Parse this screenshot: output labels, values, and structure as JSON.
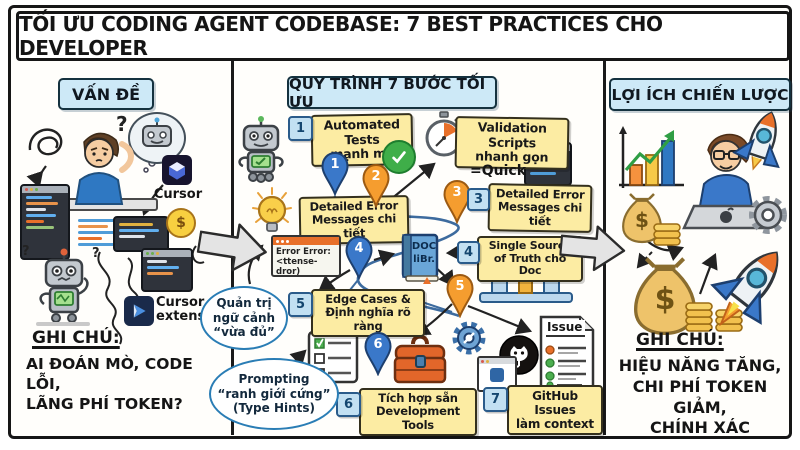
{
  "title": "TỐI ƯU CODING AGENT CODEBASE: 7 BEST PRACTICES CHO DEVELOPER",
  "glyphs": {
    "question_mark": "?",
    "dollar": "$"
  },
  "panels": {
    "problem": {
      "header": "VẤN ĐỀ",
      "cursor_label": "Cursor",
      "cursor_extension_label": "Cursor\nextension",
      "note_heading": "GHI CHÚ:",
      "note": "AI ĐOÁN MÒ, CODE LỖI,\nLÃNG PHÍ TOKEN?"
    },
    "process": {
      "header": "QUY TRÌNH 7 BƯỚC TỐI ƯU",
      "badges": [
        "1",
        "3",
        "4",
        "5",
        "6",
        "7"
      ],
      "pins": [
        "1",
        "2",
        "3",
        "4",
        "5",
        "6"
      ],
      "boxes": [
        {
          "label": "Automated Tests\nmạnh mẽ"
        },
        {
          "label": "Validation Scripts\nnhanh gọn"
        },
        {
          "label": "Detailed Error\nMessages chi tiết"
        },
        {
          "label": "Detailed Error\nMessages chi tiết"
        },
        {
          "label": "Single Source\nof Truth cho Doc"
        },
        {
          "label": "Edge Cases &\nĐịnh nghĩa rõ ràng"
        },
        {
          "label": "Tích hợp sẵn\nDevelopment Tools"
        },
        {
          "label": "GitHub Issues\nlàm context"
        }
      ],
      "quick_label": "=Quick",
      "error_window_text": "Error Error:\n<ttense-dror)",
      "doc_book_text": "DOC\nliBr.",
      "issue_title": "Issue",
      "bubble_context": "Quản trị\nngữ cảnh\n“vừa đủ”",
      "bubble_prompting": "Prompting\n“ranh giới cứng”\n(Type Hints)"
    },
    "benefits": {
      "header": "LỢI ÍCH CHIẾN LƯỢC",
      "note_heading": "GHI CHÚ:",
      "note": "HIỆU NĂNG TĂNG,\nCHI PHÍ TOKEN GIẢM,\nCHÍNH XÁC"
    }
  },
  "colors": {
    "header_blue": "#cde9f7",
    "box_yellow": "#fceca3",
    "pin_blue": "#3a78c9",
    "pin_orange": "#f59d2f",
    "check_green": "#3fae49",
    "toolbox_orange": "#e2662a",
    "path_blue": "#3d6b9e"
  }
}
